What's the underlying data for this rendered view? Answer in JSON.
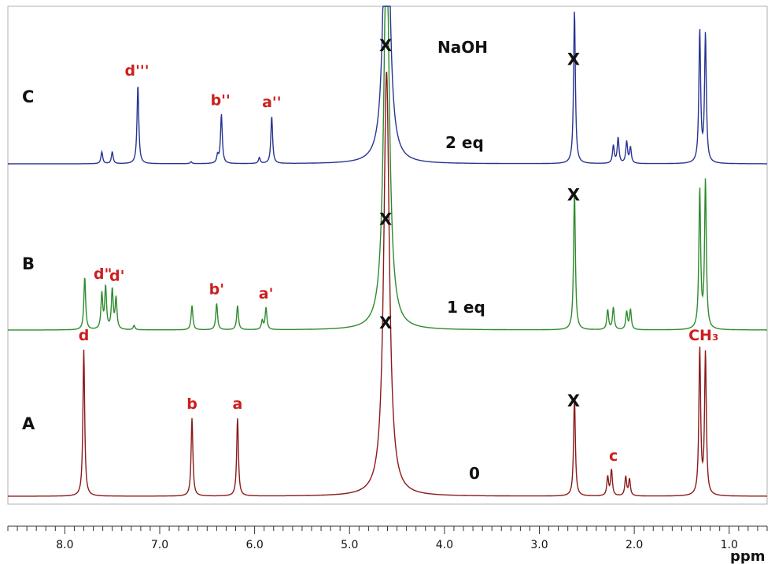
{
  "chart_data": {
    "type": "line",
    "title": "NaOH",
    "xlabel": "ppm",
    "xlim": [
      8.6,
      0.6
    ],
    "xticks": [
      {
        "v": 8.0,
        "label": "8.0"
      },
      {
        "v": 7.0,
        "label": "7.0"
      },
      {
        "v": 6.0,
        "label": "6.0"
      },
      {
        "v": 5.0,
        "label": "5.0"
      },
      {
        "v": 4.0,
        "label": "4.0"
      },
      {
        "v": 3.0,
        "label": "3.0"
      },
      {
        "v": 2.0,
        "label": "2.0"
      },
      {
        "v": 1.0,
        "label": "1.0"
      }
    ],
    "series": [
      {
        "name": "A",
        "condition": "0",
        "color": "#8b1a1a",
        "peaks": [
          [
            7.8,
            0.62
          ],
          [
            6.66,
            0.33
          ],
          [
            6.18,
            0.33
          ],
          [
            4.61,
            1.8
          ],
          [
            2.63,
            0.42
          ],
          [
            2.28,
            0.08
          ],
          [
            2.24,
            0.11
          ],
          [
            2.09,
            0.08
          ],
          [
            2.05,
            0.07
          ],
          [
            1.31,
            0.62
          ],
          [
            1.25,
            0.6
          ]
        ],
        "labels": [
          {
            "text": "d",
            "ppm": 7.8,
            "h": 0.62
          },
          {
            "text": "b",
            "ppm": 6.66,
            "h": 0.33
          },
          {
            "text": "a",
            "ppm": 6.18,
            "h": 0.33
          },
          {
            "text": "c",
            "ppm": 2.22,
            "h": 0.11
          },
          {
            "text": "CH₃",
            "ppm": 1.27,
            "h": 0.62
          }
        ],
        "xmarks": [
          {
            "ppm": 4.62,
            "h": 0.75
          },
          {
            "ppm": 2.64,
            "h": 0.42
          }
        ]
      },
      {
        "name": "B",
        "condition": "1 eq",
        "color": "#2e8b2e",
        "peaks": [
          [
            7.79,
            0.24
          ],
          [
            7.61,
            0.16
          ],
          [
            7.57,
            0.19
          ],
          [
            7.5,
            0.18
          ],
          [
            7.46,
            0.14
          ],
          [
            7.27,
            0.02
          ],
          [
            6.66,
            0.11
          ],
          [
            6.4,
            0.12
          ],
          [
            6.18,
            0.11
          ],
          [
            5.92,
            0.04
          ],
          [
            5.88,
            0.1
          ],
          [
            4.61,
            1.8
          ],
          [
            2.63,
            0.63
          ],
          [
            2.28,
            0.09
          ],
          [
            2.22,
            0.1
          ],
          [
            2.08,
            0.08
          ],
          [
            2.04,
            0.09
          ],
          [
            1.31,
            0.63
          ],
          [
            1.25,
            0.67
          ]
        ],
        "labels": [
          {
            "text": "d\"",
            "ppm": 7.6,
            "h": 0.19
          },
          {
            "text": "d'",
            "ppm": 7.45,
            "h": 0.18
          },
          {
            "text": "b'",
            "ppm": 6.4,
            "h": 0.12
          },
          {
            "text": "a'",
            "ppm": 5.88,
            "h": 0.1
          }
        ],
        "xmarks": [
          {
            "ppm": 4.62,
            "h": 0.52
          },
          {
            "ppm": 2.64,
            "h": 0.63
          }
        ]
      },
      {
        "name": "C",
        "condition": "2 eq",
        "color": "#283593",
        "peaks": [
          [
            7.61,
            0.06
          ],
          [
            7.5,
            0.06
          ],
          [
            7.23,
            0.4
          ],
          [
            6.67,
            0.01
          ],
          [
            6.39,
            0.04
          ],
          [
            6.35,
            0.25
          ],
          [
            5.95,
            0.03
          ],
          [
            5.82,
            0.24
          ],
          [
            4.61,
            1.8
          ],
          [
            2.63,
            0.78
          ],
          [
            2.22,
            0.09
          ],
          [
            2.17,
            0.13
          ],
          [
            2.08,
            0.11
          ],
          [
            2.04,
            0.08
          ],
          [
            1.31,
            0.67
          ],
          [
            1.25,
            0.65
          ]
        ],
        "labels": [
          {
            "text": "d'''",
            "ppm": 7.24,
            "h": 0.4
          },
          {
            "text": "b''",
            "ppm": 6.36,
            "h": 0.25
          },
          {
            "text": "a''",
            "ppm": 5.82,
            "h": 0.24
          }
        ],
        "xmarks": [
          {
            "ppm": 4.62,
            "h": 0.62
          },
          {
            "ppm": 2.64,
            "h": 0.55
          }
        ]
      }
    ]
  }
}
